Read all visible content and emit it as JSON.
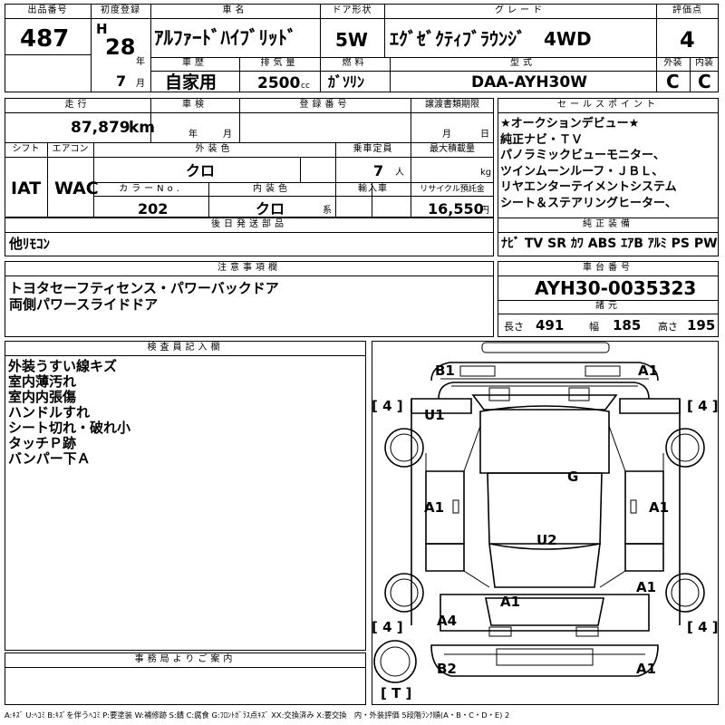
{
  "header": {
    "lot_label": "出品番号",
    "lot_no": "487",
    "first_reg_label": "初度登録",
    "era": "H",
    "year_no": "28",
    "year_unit": "年",
    "month_no": "7",
    "month_unit": "月",
    "name_label": "車名",
    "name": "ｱﾙﾌｧｰﾄﾞﾊｲﾌﾞﾘｯﾄﾞ",
    "door_label": "ドア形状",
    "door": "5W",
    "grade_label": "グレード",
    "grade": "ｴｸﾞｾﾞｸﾃｨﾌﾞﾗｳﾝｼﾞ　4WD",
    "score_label": "評価点",
    "score": "4",
    "history_label": "車歴",
    "history": "自家用",
    "disp_label": "排気量",
    "disp": "2500",
    "disp_unit": "cc",
    "fuel_label": "燃料",
    "fuel": "ｶﾞｿﾘﾝ",
    "model_label": "型式",
    "model": "DAA-AYH30W",
    "ext_label": "外装",
    "ext": "C",
    "int_label": "内装",
    "int": "C"
  },
  "row2": {
    "mileage_label": "走行",
    "mileage": "87,879",
    "mileage_unit": "km",
    "inspection_label": "車検",
    "insp_year": "年",
    "insp_month": "月",
    "reg_label": "登録番号",
    "transfer_label": "譲渡書類期限",
    "transfer_month": "月",
    "transfer_day": "日",
    "shift_label": "シフト",
    "shift": "IAT",
    "ac_label": "エアコン",
    "ac": "WAC",
    "color_label": "外装色",
    "color": "クロ",
    "capacity_label": "乗車定員",
    "capacity": "7",
    "capacity_unit": "人",
    "load_label": "最大積載量",
    "load_unit": "kg",
    "color_no_label": "カラーNo.",
    "color_no": "202",
    "int_color_label": "内装色",
    "int_color": "クロ",
    "int_color_unit": "系",
    "import_label": "輸入車",
    "recycle_label": "リサイクル預託金",
    "recycle": "16,550",
    "recycle_unit": "円"
  },
  "sales": {
    "label": "セールスポイント",
    "lines": [
      "★オークションデビュー★",
      "純正ナビ・ＴＶ",
      "パノラミックビューモニター、",
      "ツインムーンルーフ・ＪＢＬ、",
      "リヤエンターテイメントシステム",
      "シート＆ステアリングヒーター、"
    ]
  },
  "equip": {
    "label": "純正装備",
    "items": "ﾅﾋﾞ TV SR ｶﾜ ABS ｴｱB ｱﾙﾐ PS PW"
  },
  "later": {
    "label": "後日発送部品",
    "value": "他ﾘﾓｺﾝ"
  },
  "caution": {
    "label": "注意事項欄",
    "lines": [
      "トヨタセーフティセンス・パワーバックドア",
      "両側パワースライドドア"
    ]
  },
  "chassis": {
    "label": "車台番号",
    "value": "AYH30-0035323"
  },
  "specs": {
    "label": "諸元",
    "len_label": "長さ",
    "len": "491",
    "wid_label": "幅",
    "wid": "185",
    "hgt_label": "高さ",
    "hgt": "195"
  },
  "inspector": {
    "label": "検査員記入欄",
    "lines": [
      "外装うすい線キズ",
      "室内薄汚れ",
      "室内内張傷",
      "ハンドルすれ",
      "シート切れ・破れ小",
      "タッチＰ跡",
      "バンパー下Ａ"
    ]
  },
  "office": {
    "label": "事務局よりご案内"
  },
  "diagram": {
    "marks": {
      "b1": "B1",
      "a1_front_right": "A1",
      "tire_fl": "[ 4 ]",
      "tire_fr": "[ 4 ]",
      "u1": "U1",
      "g": "G",
      "a1_left": "A1",
      "a1_right": "A1",
      "u2": "U2",
      "a1_rear_right": "A1",
      "a1_rear_center": "A1",
      "a4": "A4",
      "tire_rl": "[ 4 ]",
      "tire_rr": "[ 4 ]",
      "b2": "B2",
      "a1_rear_bumper": "A1",
      "spare": "[ T ]"
    }
  },
  "legend": "A:ｷｽﾞ U:ﾍｺﾐ B:ｷｽﾞを伴うﾍｺﾐ P:要塗装 W:補修跡 S:錆 C:腐食 G:ﾌﾛﾝﾄｶﾞﾗｽ点ｷｽﾞ XX:交換済み X:要交換　内・外装評価 5段階ﾗﾝｸ順(A・B・C・D・E) 2"
}
